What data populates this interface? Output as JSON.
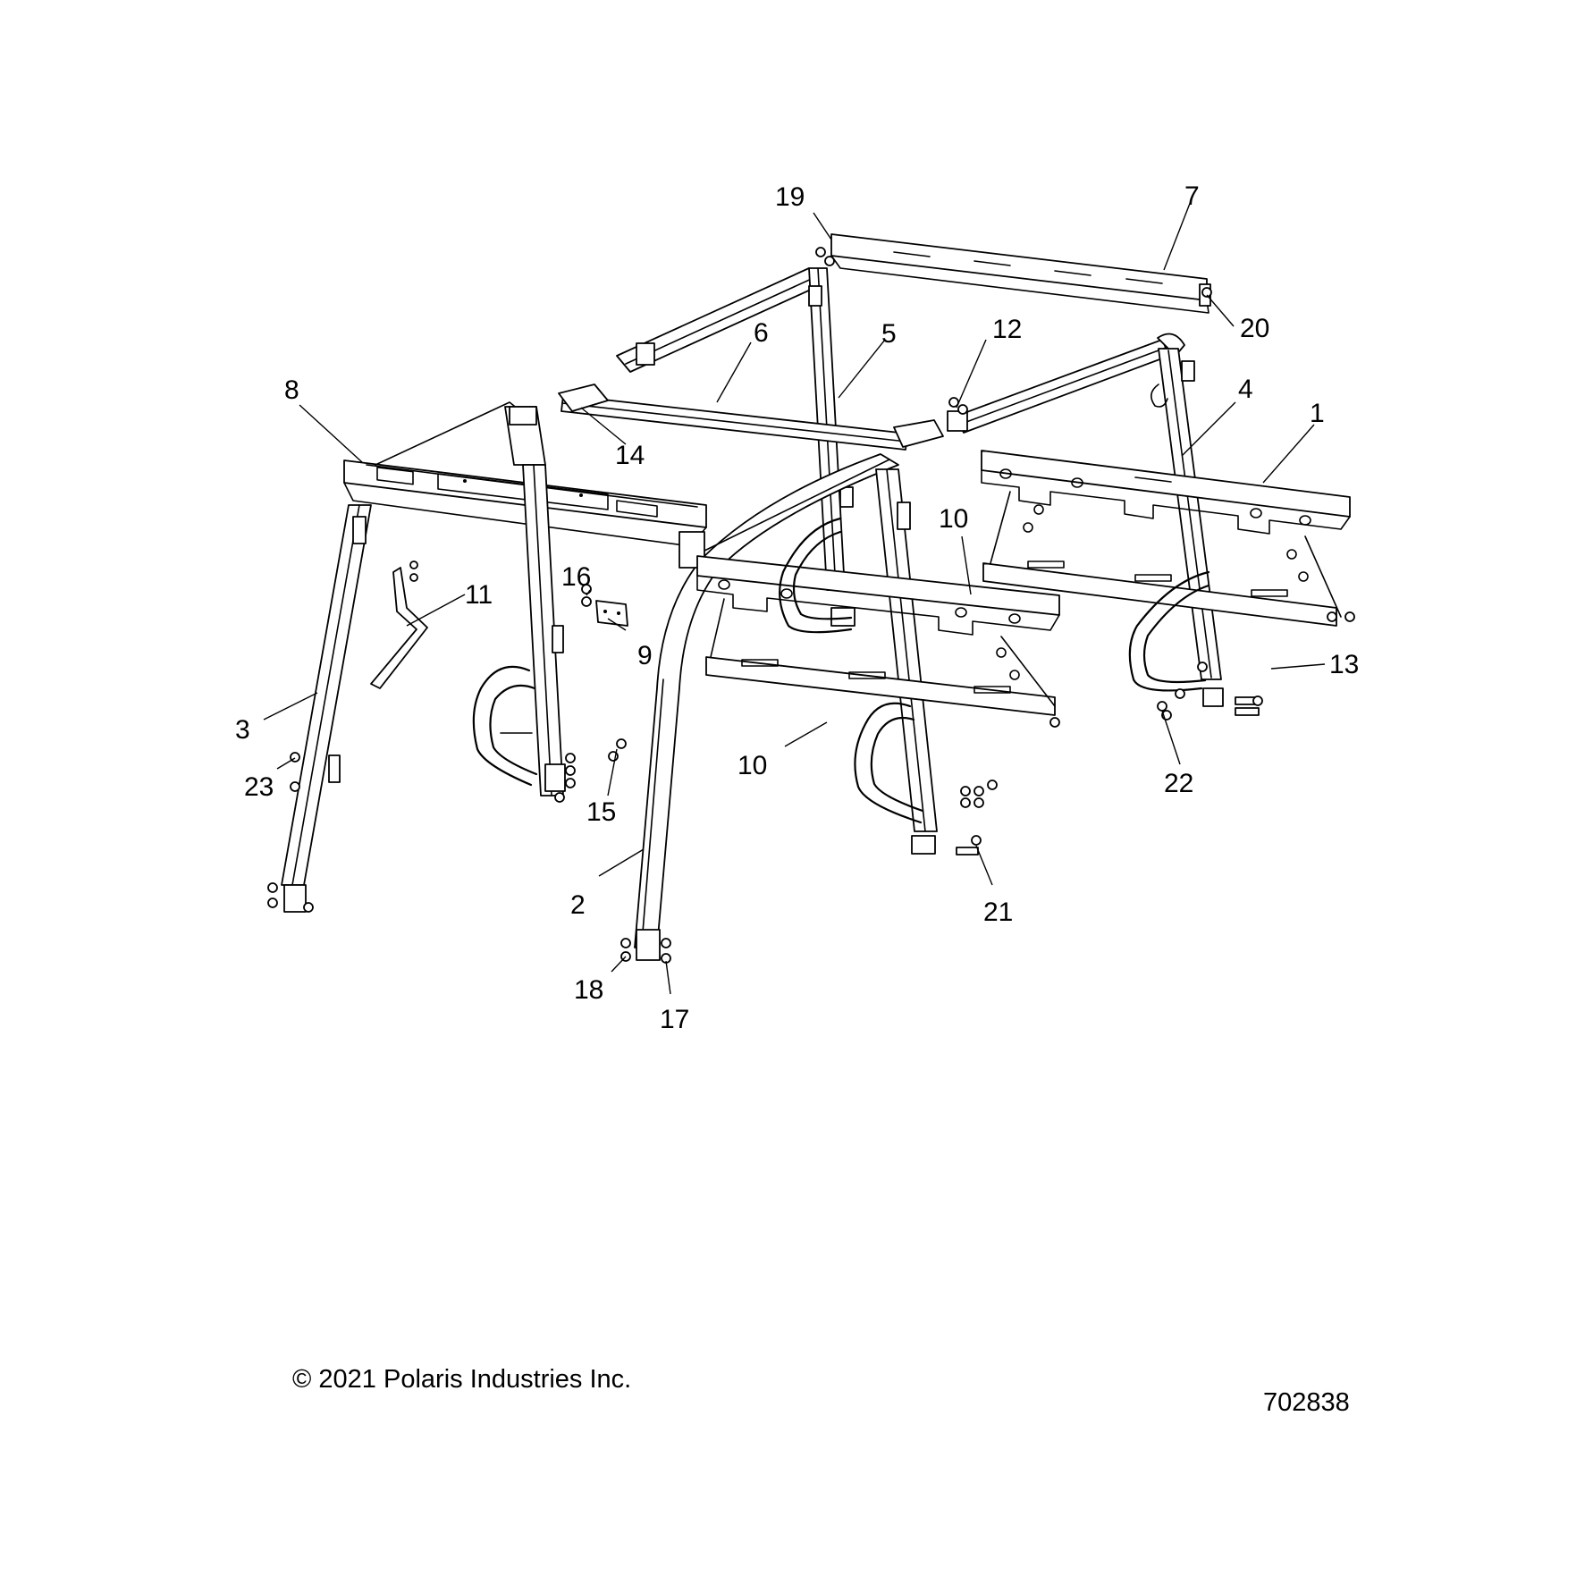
{
  "callouts": [
    {
      "id": "1",
      "label": "1"
    },
    {
      "id": "2",
      "label": "2"
    },
    {
      "id": "3",
      "label": "3"
    },
    {
      "id": "4",
      "label": "4"
    },
    {
      "id": "5",
      "label": "5"
    },
    {
      "id": "6",
      "label": "6"
    },
    {
      "id": "7",
      "label": "7"
    },
    {
      "id": "8",
      "label": "8"
    },
    {
      "id": "9",
      "label": "9"
    },
    {
      "id": "10a",
      "label": "10"
    },
    {
      "id": "10b",
      "label": "10"
    },
    {
      "id": "11",
      "label": "11"
    },
    {
      "id": "12",
      "label": "12"
    },
    {
      "id": "13",
      "label": "13"
    },
    {
      "id": "14",
      "label": "14"
    },
    {
      "id": "15",
      "label": "15"
    },
    {
      "id": "16",
      "label": "16"
    },
    {
      "id": "17",
      "label": "17"
    },
    {
      "id": "18",
      "label": "18"
    },
    {
      "id": "19",
      "label": "19"
    },
    {
      "id": "20",
      "label": "20"
    },
    {
      "id": "21",
      "label": "21"
    },
    {
      "id": "22",
      "label": "22"
    },
    {
      "id": "23",
      "label": "23"
    }
  ],
  "footer": {
    "copyright": "© 2021 Polaris Industries Inc.",
    "drawing_number": "702838"
  }
}
